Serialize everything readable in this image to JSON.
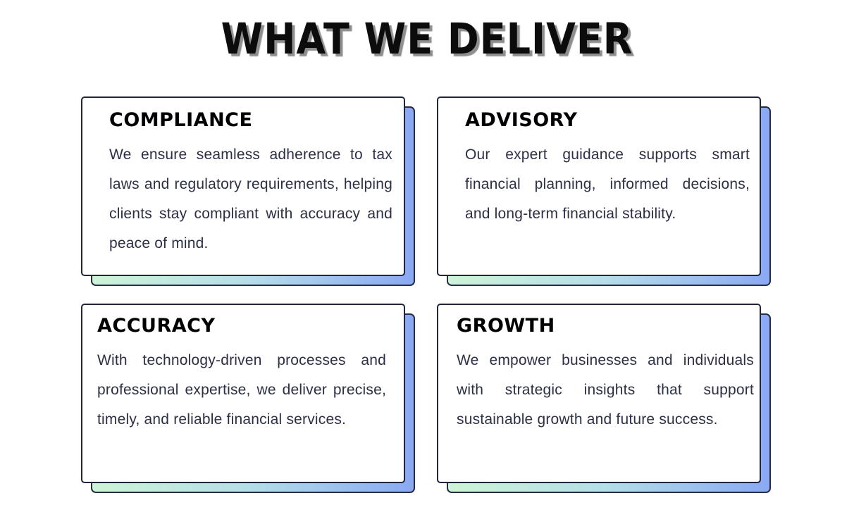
{
  "page": {
    "title": "WHAT WE DELIVER"
  },
  "cards": [
    {
      "heading": "COMPLIANCE",
      "body": "We ensure seamless adherence to tax laws and regulatory requirements, helping clients stay compliant with accuracy and peace of mind."
    },
    {
      "heading": "ADVISORY",
      "body": "Our expert guidance supports smart financial planning, informed decisions, and long-term financial stability."
    },
    {
      "heading": "ACCURACY",
      "body": "With technology-driven processes and professional expertise, we deliver precise, timely, and reliable financial services."
    },
    {
      "heading": "GROWTH",
      "body": "We empower businesses and individuals with strategic insights that support sustainable growth and future success."
    }
  ],
  "colors": {
    "background": "#ffffff",
    "title_text": "#0c0c0c",
    "title_shadow": "#8f8f8f",
    "heading_text": "#000000",
    "body_text": "#2b3046",
    "card_border": "#20253d",
    "card_shadow_border": "#272c47",
    "card_shadow_gradient_left": "#cdf4d6",
    "card_shadow_gradient_middle": "#b4dde9",
    "card_shadow_gradient_right": "#8aa9f2"
  }
}
